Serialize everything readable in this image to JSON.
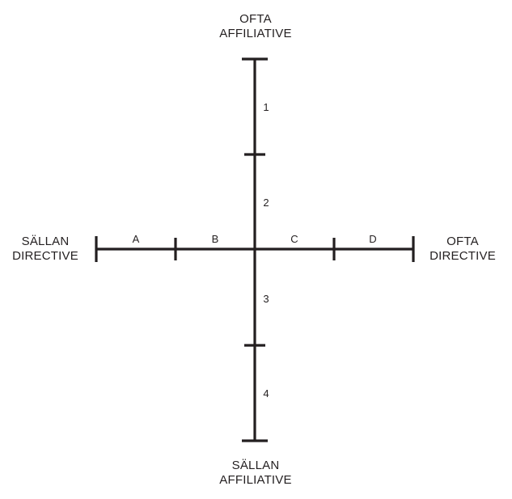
{
  "axes": {
    "top": {
      "line1": "OFTA",
      "line2": "AFFILIATIVE"
    },
    "bottom": {
      "line1": "SÄLLAN",
      "line2": "AFFILIATIVE"
    },
    "left": {
      "line1": "SÄLLAN",
      "line2": "DIRECTIVE"
    },
    "right": {
      "line1": "OFTA",
      "line2": "DIRECTIVE"
    }
  },
  "horizontal_segments": [
    "A",
    "B",
    "C",
    "D"
  ],
  "vertical_segments": [
    "1",
    "2",
    "3",
    "4"
  ],
  "colors": {
    "ink": "#231f20",
    "background": "#ffffff"
  }
}
